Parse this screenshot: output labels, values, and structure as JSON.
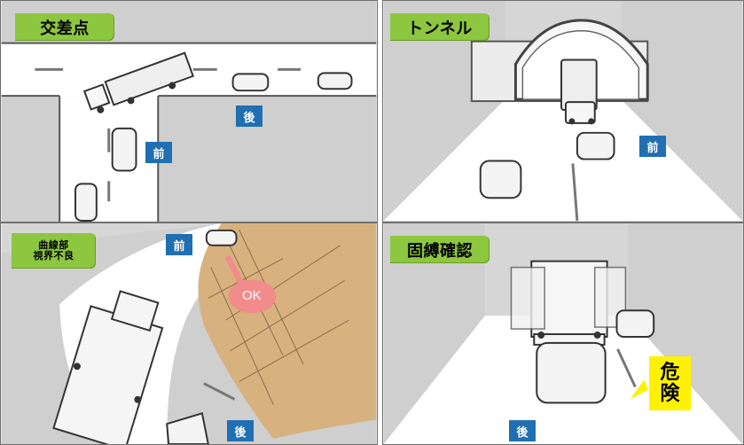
{
  "panels": {
    "intersection": {
      "title": "交差点",
      "labels": {
        "front": "前",
        "rear": "後"
      }
    },
    "tunnel": {
      "title": "トンネル",
      "labels": {
        "front": "前"
      }
    },
    "curve": {
      "title_lines": [
        "曲線部",
        "視界不良"
      ],
      "labels": {
        "front": "前",
        "rear": "後",
        "ok": "OK"
      }
    },
    "securing": {
      "title": "固縛確認",
      "labels": {
        "rear": "後",
        "danger": [
          "危",
          "険"
        ]
      }
    }
  },
  "icons": [
    "truck-icon",
    "car-icon",
    "tunnel-icon",
    "cliff-icon",
    "speech-bubble-icon"
  ],
  "colors": {
    "panel_title_bg": "#8dc63f",
    "front_rear_bg": "#1f6fb2",
    "danger_bg": "#fff200",
    "cliff": "#d7b27f",
    "ok_bubble": "#f28b8b",
    "road": "#ffffff",
    "ground": "#cfcfcf"
  }
}
